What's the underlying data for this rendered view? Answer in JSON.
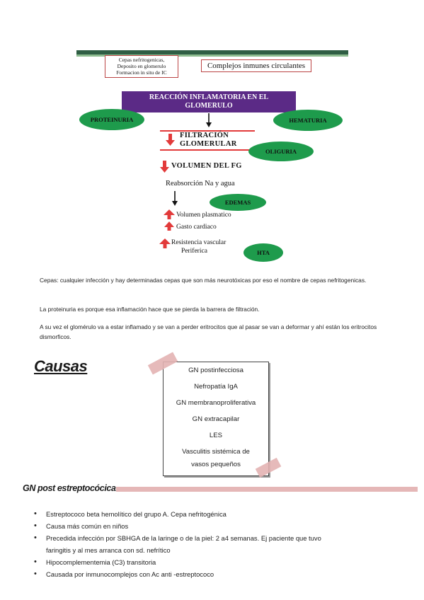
{
  "diagram": {
    "cepas_box": [
      "Cepas nefritogenicas,",
      "Deposito en glomerulo",
      "Formacion in situ de IC"
    ],
    "complejos_box": "Complejos inmunes circulantes",
    "reaccion": [
      "REACCIÓN INFLAMATORIA EN EL",
      "GLOMERULO"
    ],
    "proteinuria": "PROTEINURIA",
    "hematuria": "HEMATURIA",
    "filtracion": [
      "FILTRACIÓN",
      "GLOMERULAR"
    ],
    "oliguria": "OLIGURIA",
    "volumen_fg": "VOLUMEN DEL FG",
    "reabsorcion": "Reabsorción Na y agua",
    "edemas": "EDEMAS",
    "volumen_plasmatico": "Volumen plasmatico",
    "gasto_cardiaco": "Gasto cardiaco",
    "resistencia": [
      "Resistencia vascular",
      "Periferica"
    ],
    "hta": "HTA",
    "colors": {
      "purple": "#5b2a86",
      "green_oval": "#1e9b4c",
      "red_arrow": "#e23a3a"
    }
  },
  "paragraphs": [
    "Cepas: cualquier infección y hay determinadas cepas que son más neurotóxicas por eso el nombre de cepas nefritogenicas.",
    "La proteinuria es porque esa inflamación hace que se pierda la barrera de filtración.",
    "A su vez el glomérulo va a estar inflamado y se van a perder eritrocitos que al pasar se van a deformar y ahí están los eritrocitos dismorficos."
  ],
  "causas": {
    "title": "Causas",
    "items": [
      "GN postinfecciosa",
      "Nefropatía IgA",
      "GN membranoproliferativa",
      "GN extracapilar",
      "LES",
      "Vasculitis sistémica de",
      "vasos pequeños"
    ]
  },
  "gn_post": {
    "title": "GN post estreptocócica",
    "bullets": [
      "Estreptococo beta hemolítico del grupo A. Cepa nefritogénica",
      "Causa más común en niños",
      "Precedida infección por SBHGA de la laringe o de la piel: 2 a4 semanas. Ej paciente que tuvo",
      "faringitis y al mes arranca con sd. nefrítico",
      "Hipocomplementemia (C3) transitoria",
      "Causada por inmunocomplejos con Ac anti -estreptococo"
    ]
  }
}
